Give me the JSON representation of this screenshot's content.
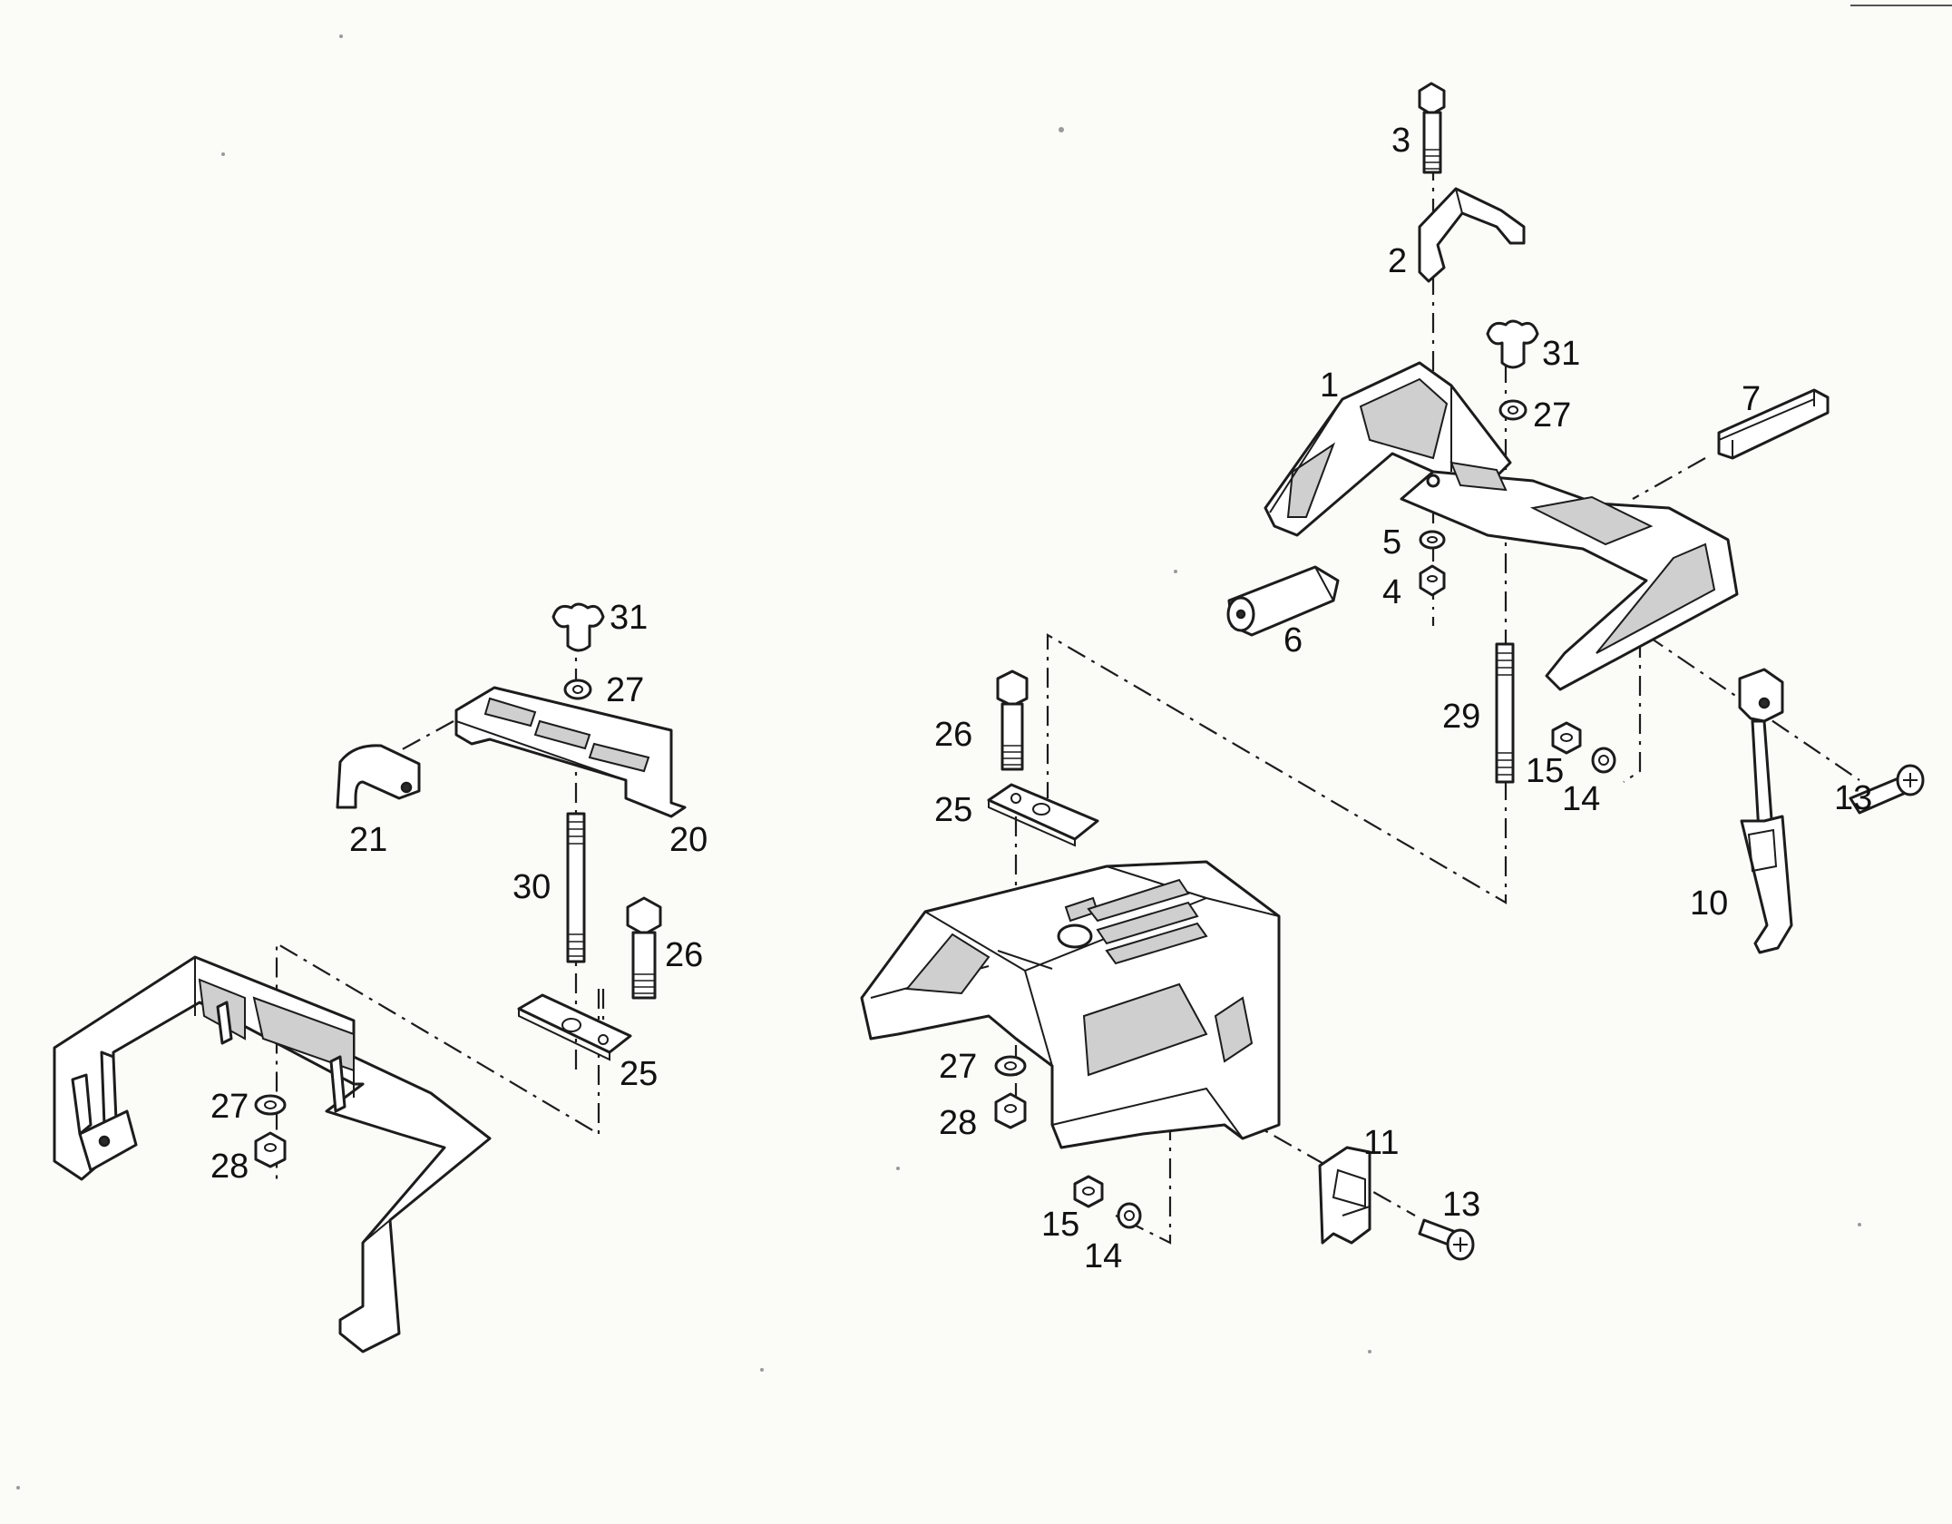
{
  "callouts": {
    "c1": "1",
    "c2": "2",
    "c3": "3",
    "c4": "4",
    "c5": "5",
    "c6": "6",
    "c7": "7",
    "c10": "10",
    "c11": "11",
    "c13a": "13",
    "c13b": "13",
    "c14a": "14",
    "c14b": "14",
    "c15a": "15",
    "c15b": "15",
    "c20": "20",
    "c21": "21",
    "c25a": "25",
    "c25b": "25",
    "c26a": "26",
    "c26b": "26",
    "c27a": "27",
    "c27b": "27",
    "c27c": "27",
    "c27d": "27",
    "c28a": "28",
    "c28b": "28",
    "c29": "29",
    "c30": "30",
    "c31a": "31",
    "c31b": "31"
  },
  "colors": {
    "ink": "#1c1c1c",
    "paper": "#fbfbf8",
    "mesh": "#cfcfcf"
  }
}
